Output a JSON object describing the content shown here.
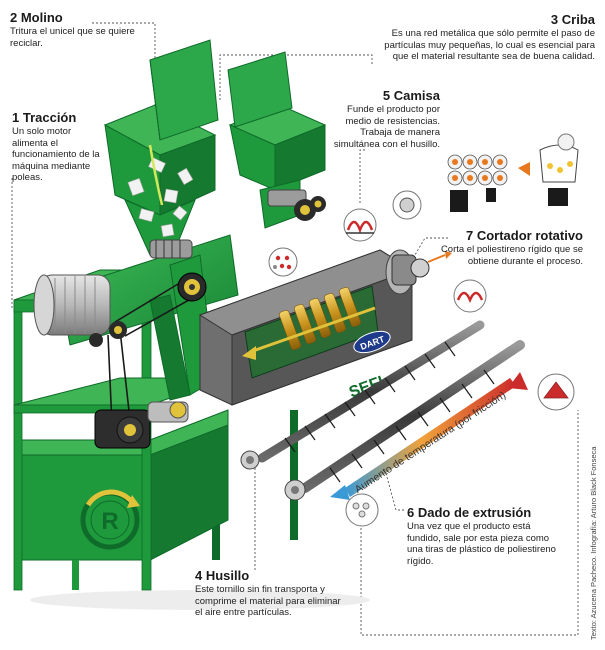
{
  "labels": {
    "molino": {
      "title": "2 Molino",
      "desc": "Tritura el unicel que se quiere reciclar."
    },
    "criba": {
      "title": "3 Criba",
      "desc": "Es una red metálica que sólo permite el paso de partículas muy pequeñas, lo cual es esencial para que el material resultante sea de buena calidad."
    },
    "traccion": {
      "title": "1 Tracción",
      "desc": "Un solo motor alimenta el funcionamiento de la máquina mediante poleas."
    },
    "camisa": {
      "title": "5 Camisa",
      "desc": "Funde el producto por medio de resistencias. Trabaja de manera simultánea con el husillo."
    },
    "cortador": {
      "title": "7 Cortador rotativo",
      "desc": "Corta el poliestireno rígido que se obtiene durante el proceso."
    },
    "dado": {
      "title": "6 Dado de extrusión",
      "desc": "Una vez que el producto está fundido, sale por esta pieza como una tiras de plástico de poliestireno rígido."
    },
    "husillo": {
      "title": "4 Husillo",
      "desc": "Este tornillo sin fin transporta y comprime el material para eliminar el aire entre partículas."
    }
  },
  "machine_text": {
    "brand": "DART",
    "sefi": "SEFI",
    "logo_letter": "R"
  },
  "temperature_arrow": "Aumento de temperatura (por fricción)",
  "credit": "Texto: Azucena Pacheco. Infografía: Arturo Black Fonseca",
  "colors": {
    "machine_green": "#1e9a3c",
    "dark_green": "#0e6b29",
    "frame_light": "#3fb556",
    "orange": "#e8781e",
    "red": "#cc2b2b",
    "blue": "#3a9ad6",
    "gold": "#d9a82a"
  }
}
